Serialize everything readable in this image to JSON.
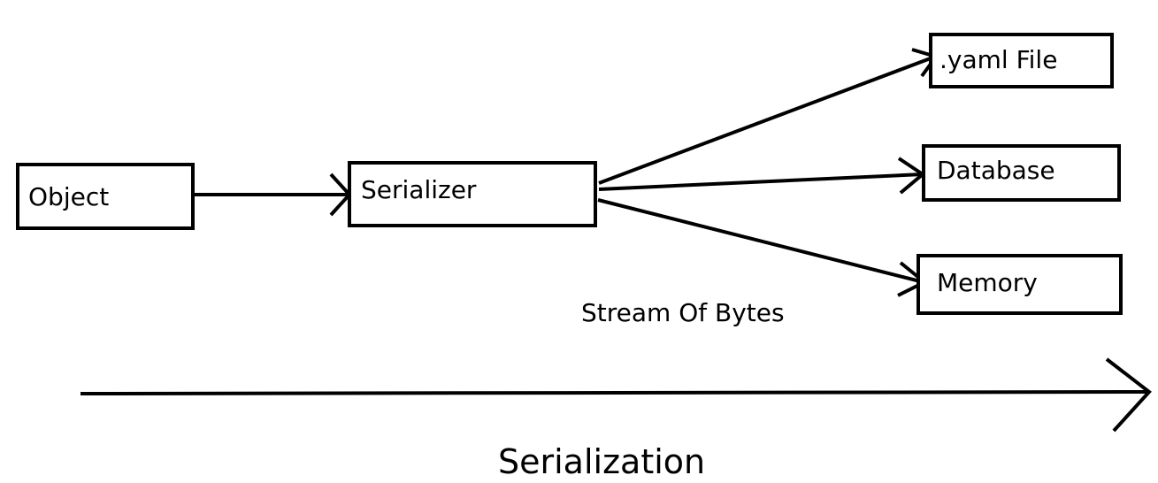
{
  "nodes": {
    "object": "Object",
    "serializer": "Serializer",
    "yaml_file": ".yaml File",
    "database": "Database",
    "memory": "Memory"
  },
  "labels": {
    "stream": "Stream Of Bytes",
    "serialization": "Serialization"
  },
  "edges": [
    {
      "from": "object",
      "to": "serializer"
    },
    {
      "from": "serializer",
      "to": "yaml_file"
    },
    {
      "from": "serializer",
      "to": "database"
    },
    {
      "from": "serializer",
      "to": "memory"
    }
  ],
  "colors": {
    "stroke": "#000000",
    "background": "#ffffff"
  }
}
